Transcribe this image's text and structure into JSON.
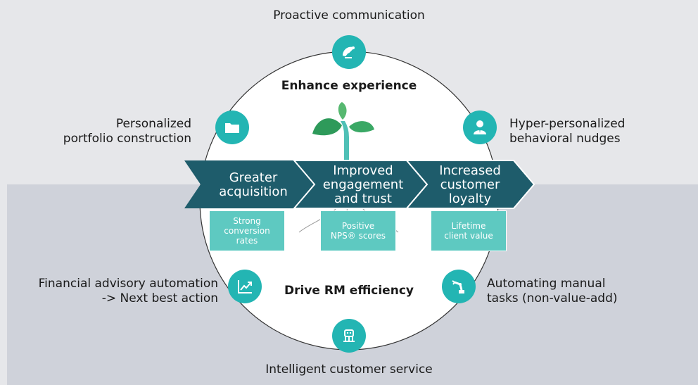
{
  "labels": {
    "top": "Proactive communication",
    "left_upper_1": "Personalized",
    "left_upper_2": "portfolio construction",
    "right_upper_1": "Hyper-personalized",
    "right_upper_2": "behavioral nudges",
    "left_lower_1": "Financial advisory automation",
    "left_lower_2": "-> Next best action",
    "right_lower_1": "Automating manual",
    "right_lower_2": "tasks (non-value-add)",
    "bottom": "Intelligent customer service",
    "center_top": "Enhance experience",
    "center_bottom": "Drive RM efficiency"
  },
  "arrows": [
    {
      "line1": "Greater",
      "line2": "acquisition",
      "line3": ""
    },
    {
      "line1": "Improved",
      "line2": "engagement",
      "line3": "and trust"
    },
    {
      "line1": "Increased",
      "line2": "customer",
      "line3": "loyalty"
    }
  ],
  "boxes": [
    {
      "line1": "Strong",
      "line2": "conversion",
      "line3": "rates"
    },
    {
      "line1": "Positive",
      "line2": "NPS® scores",
      "line3": ""
    },
    {
      "line1": "Lifetime",
      "line2": "client value",
      "line3": ""
    }
  ],
  "icons": {
    "top": "satellite-dish-icon",
    "left_upper": "folder-icon",
    "right_upper": "person-icon",
    "left_lower": "trend-chart-icon",
    "right_lower": "robot-arm-icon",
    "bottom": "network-robot-icon",
    "center": "sprout-icon"
  },
  "colors": {
    "teal": "#23b5b3",
    "dark_teal": "#1e5c6b",
    "box_teal": "#5ec9c1",
    "bg_top": "#e6e7ea",
    "bg_bottom": "#cfd2da"
  }
}
